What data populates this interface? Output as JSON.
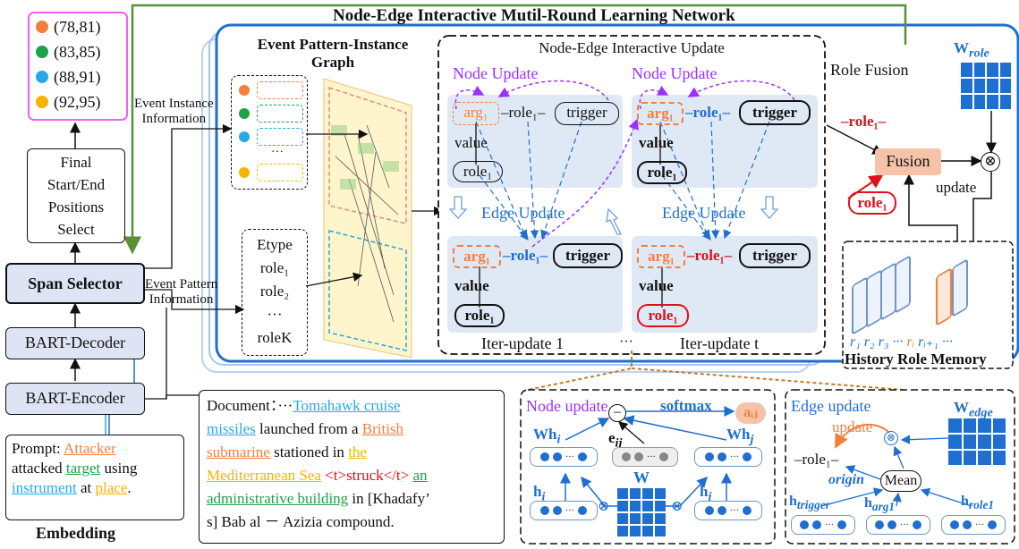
{
  "main_title": "Node-Edge Interactive Mutil-Round  Learning Network",
  "span_positions": [
    "(78,81)",
    "(83,85)",
    "(88,91)",
    "(92,95)"
  ],
  "span_colors": [
    "#f47f3a",
    "#1fa14a",
    "#27a9e9",
    "#f6b300"
  ],
  "final_select": [
    "Final",
    "Start/End",
    "Positions",
    "Select"
  ],
  "span_selector": "Span Selector",
  "bart_decoder": "BART-Decoder",
  "bart_encoder": "BART-Encoder",
  "embedding_label": "Embedding",
  "prompt": {
    "p1": "Prompt: ",
    "attacker": "Attacker",
    "p2": "attacked ",
    "target": "target",
    "p3": " using",
    "instrument": "instrument",
    "p4": " at ",
    "place": "place",
    "p5": "."
  },
  "event_instance_info": [
    "Event Instance",
    "Information"
  ],
  "event_pattern_info": [
    "Event Pattern",
    "Information"
  ],
  "graph_title": [
    "Event Pattern-Instance",
    "Graph"
  ],
  "instance_ellipsis": "···",
  "etype_list": [
    "Etype",
    "role₁",
    "role₂",
    "···",
    "roleK"
  ],
  "document": {
    "d1": "Document：···",
    "tomahawk": "Tomahawk cruise",
    "missiles": "missiles",
    "d2": " launched from  a ",
    "british": "British",
    "submarine": "submarine",
    "d3": " stationed in ",
    "the": "the",
    "med": "Mediterranean Sea",
    "d4": " <t>struck</t> ",
    "an": "an",
    "admin": "administrative building",
    "d5": " in [Khadafy’",
    "d6": "s] Bab al  －  Azizia compound."
  },
  "node_edge_update": "Node-Edge Interactive Update",
  "node_update": "Node Update",
  "edge_update": "Edge Update",
  "iter1": "Iter-update 1",
  "itert": "Iter-update t",
  "iter_ellipsis": "···",
  "nodes": {
    "arg1": "arg₁",
    "role1": "role₁",
    "trigger": "trigger",
    "value": "value",
    "edge_role1": "–role₁–"
  },
  "role_fusion": "Role Fusion",
  "w_role": "W",
  "w_role_sub": "role",
  "fusion": "Fusion",
  "update": "update",
  "fusion_role_edge": "–role₁–",
  "fusion_role_node": "role₁",
  "history_memory": "History Role Memory",
  "memory_labels": [
    "r₁",
    "r₂",
    "r₃",
    "···",
    "rᵢ",
    "rᵢ₊₁",
    "···"
  ],
  "node_update_detail": {
    "title": "Node update",
    "softmax": "softmax",
    "aij": "aᵢⱼ",
    "whi": "Wh",
    "whi_sub": "i",
    "eij": "e",
    "eij_sub": "ij",
    "whj": "Wh",
    "whj_sub": "j",
    "hi": "h",
    "hi_sub": "i",
    "w": "W",
    "hj": "h",
    "hj_sub": "j",
    "minus": "–",
    "otimes": "⊗"
  },
  "edge_update_detail": {
    "title": "Edge update",
    "update": "update",
    "w_edge": "W",
    "w_edge_sub": "edge",
    "role1": "–role₁–",
    "origin": "origin",
    "mean": "Mean",
    "htrigger": "h",
    "htrigger_sub": "trigger",
    "harg1": "h",
    "harg1_sub": "arg1",
    "hrole1": "h",
    "hrole1_sub": "role1"
  },
  "colors": {
    "orange": "#f47f3a",
    "blue": "#1f6fd0",
    "purple": "#9b30ff",
    "red": "#e0101a",
    "green": "#1fa14a",
    "cyan": "#27a9e9",
    "yellow": "#f6b300",
    "light_panel": "#dfe9f6",
    "dark_blue_frame": "#1f6fd0",
    "fusion_fill": "#f6c3a8"
  }
}
